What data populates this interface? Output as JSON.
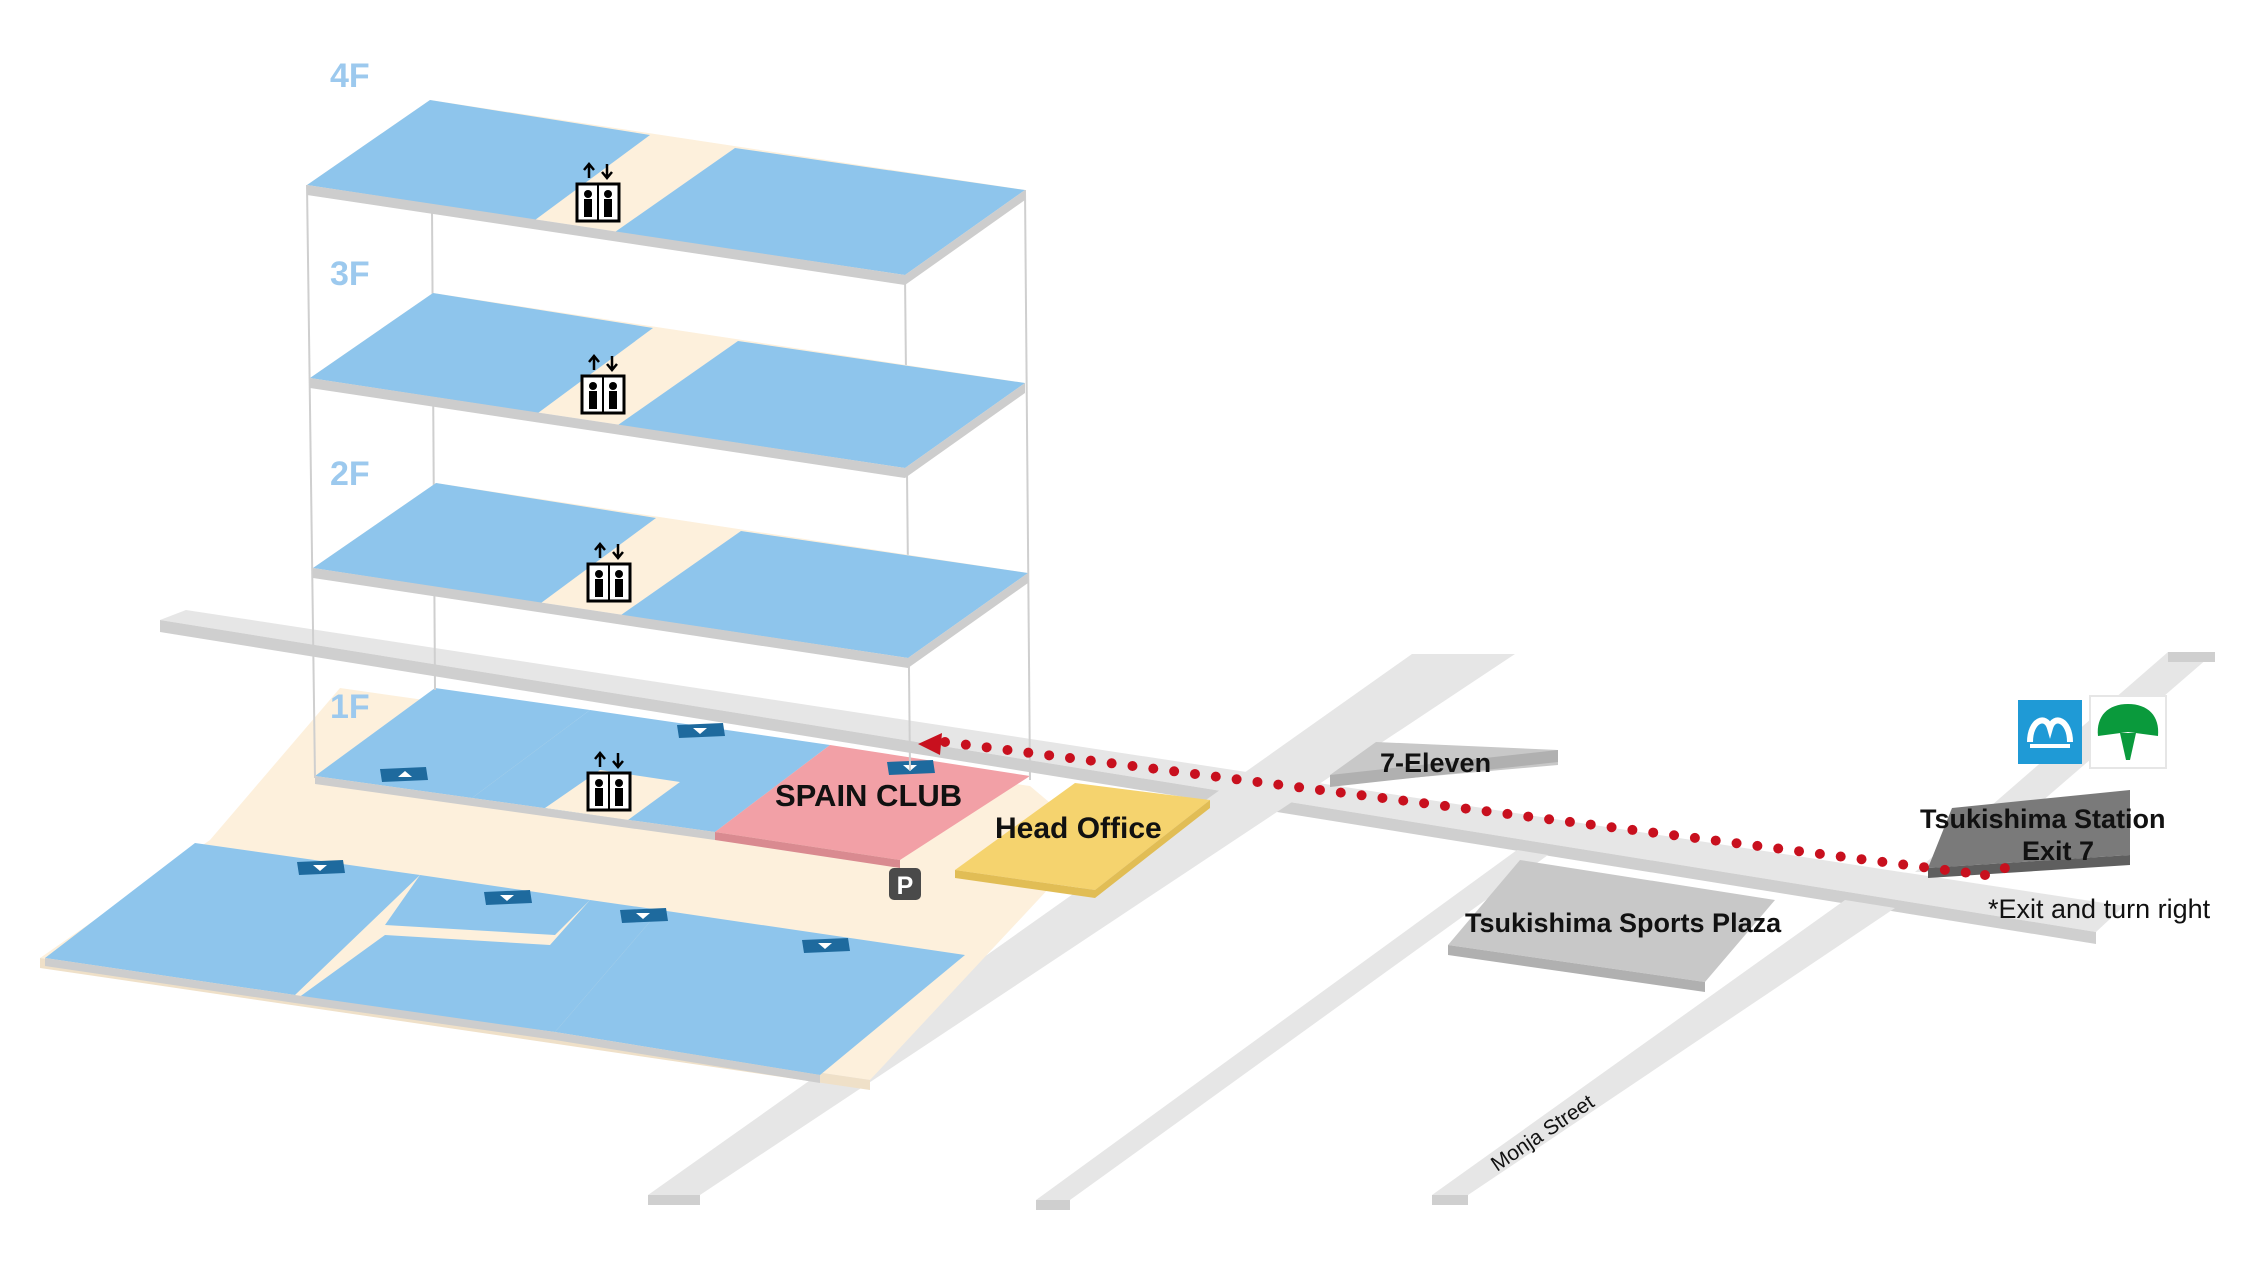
{
  "floors": {
    "f4": "4F",
    "f3": "3F",
    "f2": "2F",
    "f1": "1F"
  },
  "places": {
    "spain_club": "SPAIN CLUB",
    "head_office": "Head Office",
    "seven_eleven": "7-Eleven",
    "sports_plaza": "Tsukishima Sports Plaza",
    "station_line1": "Tsukishima Station",
    "station_line2": "Exit 7",
    "exit_note": "*Exit and turn right",
    "street": "Monja Street",
    "parking": "P"
  },
  "icons": {
    "elevator": "elevator-icon",
    "parking": "parking-icon",
    "metro": "tokyo-metro-icon",
    "toei": "toei-subway-icon",
    "entrance": "entrance-marker-icon"
  },
  "colors": {
    "floor_blue": "#8ec5ec",
    "corridor": "#fdf0dc",
    "road": "#e6e6e6",
    "spain_club": "#f2a0a6",
    "head_office": "#f5d36e",
    "building_gray": "#c8c8c8",
    "station_gray": "#7a7a7a",
    "route": "#c8101e",
    "floor_label": "#9cc9ee",
    "metro_blue": "#1f9ad6",
    "toei_green": "#0a9a3c"
  }
}
